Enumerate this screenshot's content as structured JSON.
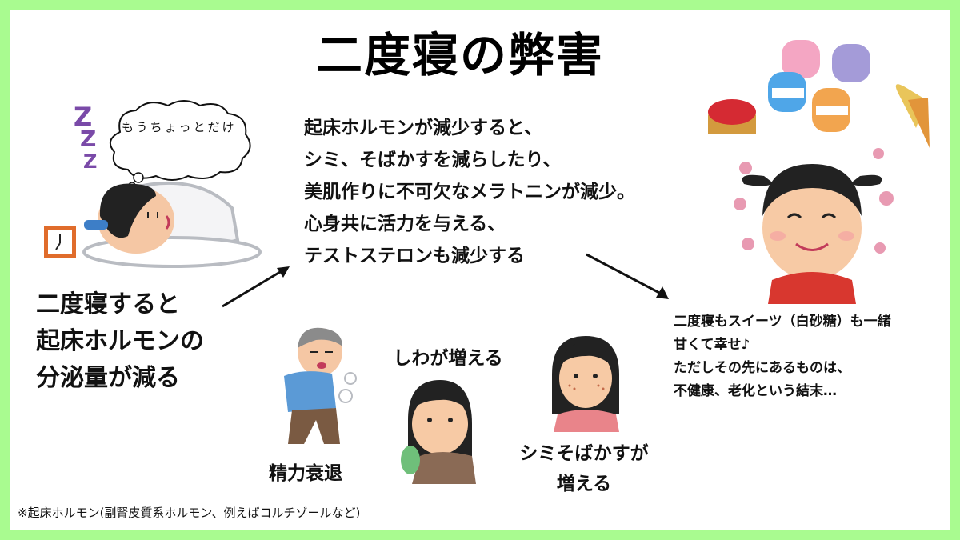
{
  "page": {
    "title": "二度寝の弊害",
    "colors": {
      "border_green": "#a9fb90",
      "panel_white": "#ffffff",
      "text": "#111111",
      "zzz_purple": "#7a4aa8"
    }
  },
  "sleeper": {
    "thought_bubble": "もうちょっとだけ",
    "zzz": [
      "Z",
      "Z",
      "Z"
    ]
  },
  "left_text": {
    "lines": [
      "二度寝すると",
      "起床ホルモンの",
      "分泌量が減る"
    ]
  },
  "main_text": {
    "lines": [
      "起床ホルモンが減少すると、",
      "シミ、そばかすを減らしたり、",
      "美肌作りに不可欠なメラトニンが減少。",
      "心身共に活力を与える、",
      "テストステロンも減少する"
    ]
  },
  "effects": {
    "energy": "精力衰退",
    "wrinkles": "しわが増える",
    "spots_line1": "シミそばかすが",
    "spots_line2": "増える"
  },
  "right_text": {
    "lines": [
      "二度寝もスイーツ（白砂糖）も一緒",
      "甘くて幸せ♪",
      "ただしその先にあるものは、",
      "不健康、老化という結末…"
    ]
  },
  "footnote": "※起床ホルモン(副腎皮質系ホルモン、例えばコルチゾールなど)"
}
